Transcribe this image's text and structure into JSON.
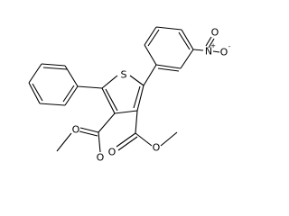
{
  "atoms": {
    "sulfur": "S",
    "nitro_n": "N",
    "nitro_n_charge": "+",
    "nitro_o_top": "O",
    "nitro_o_minus": "O",
    "nitro_o_charge": "-",
    "ester1_carbonyl_o": "O",
    "ester1_ether_o": "O",
    "ester2_carbonyl_o": "O",
    "ester2_ether_o": "O"
  }
}
